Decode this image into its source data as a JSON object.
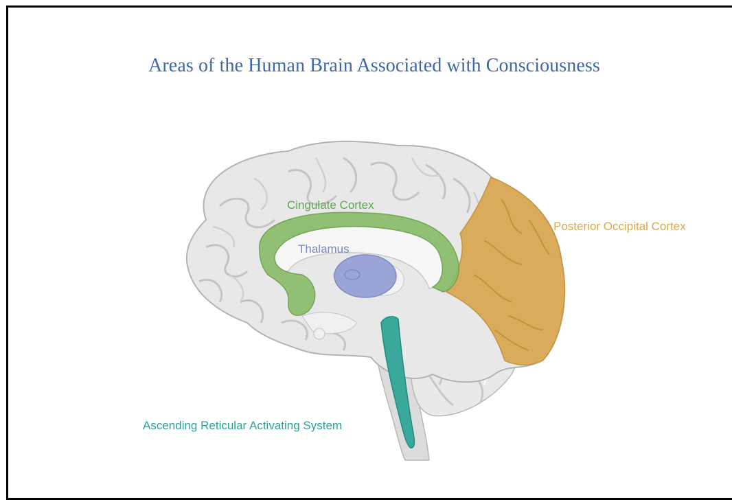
{
  "title": "Areas of the Human Brain Associated with Consciousness",
  "regions": {
    "cingulate": {
      "label": "Cingulate Cortex",
      "color": "#5aa84a",
      "fill": "#8dbd6d"
    },
    "thalamus": {
      "label": "Thalamus",
      "color": "#7b86c8",
      "fill": "#9aa5d6"
    },
    "occipital": {
      "label": "Posterior Occipital Cortex",
      "color": "#d8a850",
      "fill": "#d9ab5a"
    },
    "aras": {
      "label": "Ascending Reticular Activating System",
      "color": "#2aa396",
      "fill": "#3aa99b"
    }
  },
  "colors": {
    "title": "#3f66a5",
    "brain_fill": "#e6e6e6",
    "brain_stroke": "#b3b3b3"
  }
}
